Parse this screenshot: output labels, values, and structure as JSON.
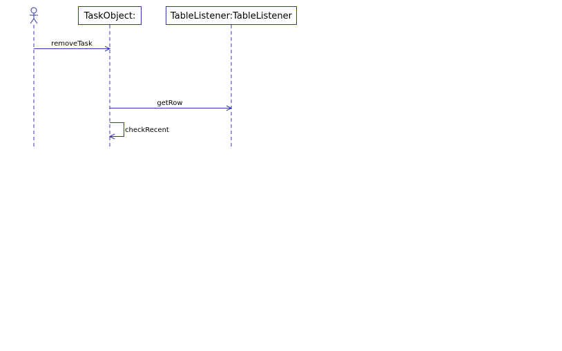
{
  "colors": {
    "line": "#3333aa",
    "text": "#000000",
    "background": "#ffffff"
  },
  "lifelines": {
    "task_object": "TaskObject:",
    "table_listener": "TableListener:TableListener"
  },
  "messages": {
    "remove_task": "removeTask",
    "get_row": "getRow",
    "check_recent": "checkRecent"
  }
}
